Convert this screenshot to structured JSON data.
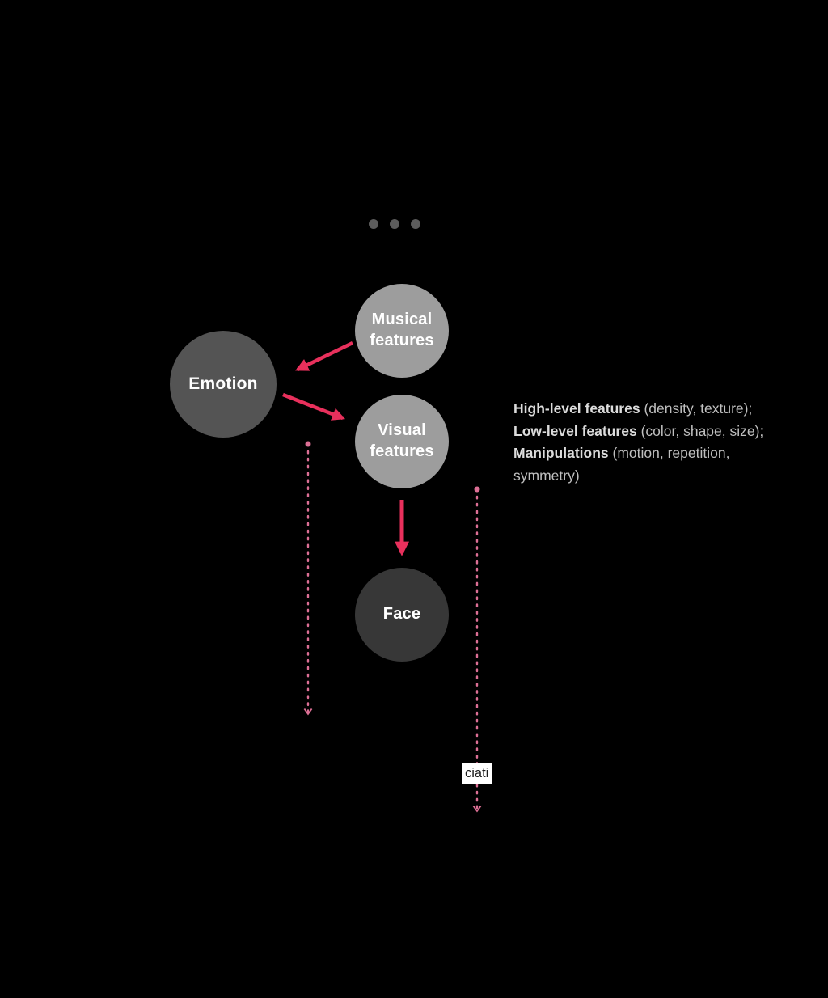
{
  "diagram": {
    "background_color": "#000000",
    "accent_solid_arrow_color": "#e8305c",
    "accent_dashed_line_color": "#dc6f95",
    "ellipsis_dot_color": "#5c5c5c",
    "nodes": {
      "musical": {
        "label": "Musical\nfeatures",
        "color": "#9d9d9d"
      },
      "emotion": {
        "label": "Emotion",
        "color": "#545454"
      },
      "visual": {
        "label": "Visual\nfeatures",
        "color": "#9d9d9d"
      },
      "face": {
        "label": "Face",
        "color": "#373737"
      }
    },
    "edges": [
      {
        "from": "musical",
        "to": "emotion",
        "style": "solid"
      },
      {
        "from": "emotion",
        "to": "visual",
        "style": "solid"
      },
      {
        "from": "visual",
        "to": "face",
        "style": "solid"
      },
      {
        "from": "left-column",
        "to": "down",
        "style": "dotted"
      },
      {
        "from": "right-column",
        "to": "down",
        "style": "dotted"
      }
    ],
    "annotation": {
      "line1_bold": "High-level features",
      "line1_rest": " (density, texture);",
      "line2_bold": "Low-level features",
      "line2_rest": " (color, shape, size);",
      "line3_bold": "Manipulations",
      "line3_rest": " (motion, repetition,",
      "line4": "symmetry)"
    },
    "fragment_label": "ciati"
  }
}
